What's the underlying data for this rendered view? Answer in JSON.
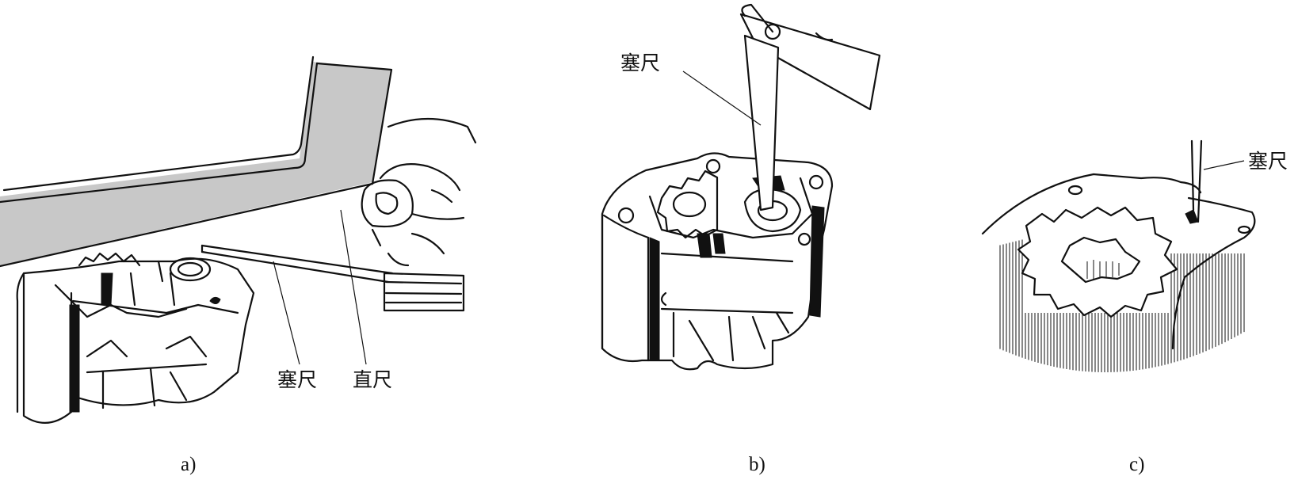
{
  "figure": {
    "panel_a": {
      "caption": "a)",
      "label_feeler": "塞尺",
      "label_straightedge": "直尺"
    },
    "panel_b": {
      "caption": "b)",
      "label_feeler": "塞尺"
    },
    "panel_c": {
      "caption": "c)",
      "label_feeler": "塞尺"
    },
    "colors": {
      "line": "#111111",
      "straightedge_fill": "#c8c8c8",
      "background": "#ffffff"
    }
  }
}
